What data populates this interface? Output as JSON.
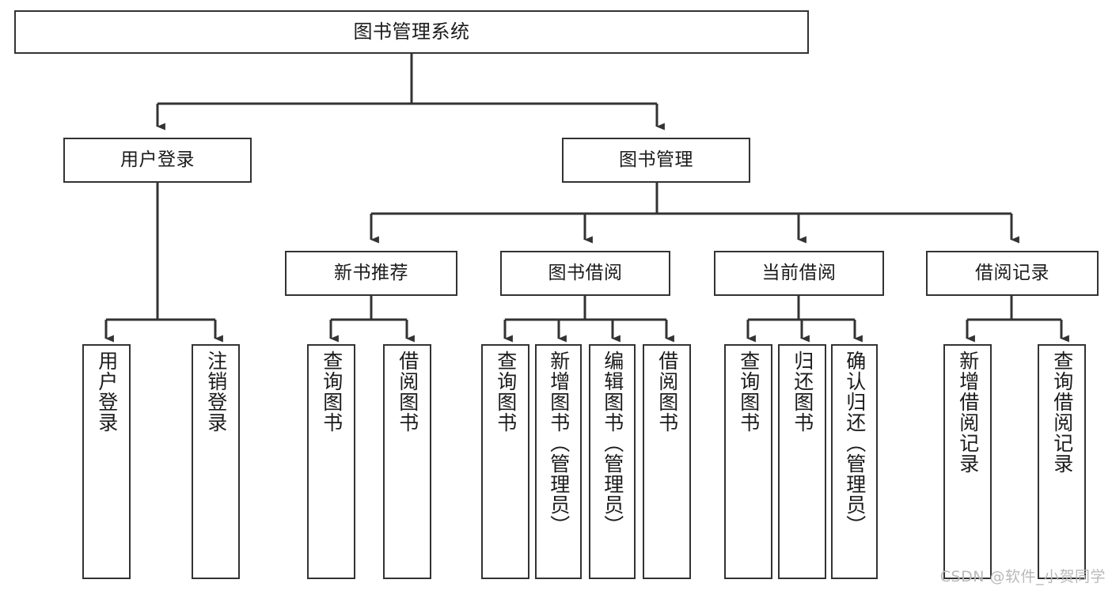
{
  "diagram": {
    "type": "tree-hierarchy-chart",
    "title": "图书管理系统",
    "line_color": "#333333",
    "box_fill": "#ffffff",
    "text_color": "#1b1b1b",
    "watermark": "CSDN @软件_小贺同学"
  },
  "nodes": {
    "root": {
      "label": "图书管理系统"
    },
    "level2": [
      {
        "label": "用户登录"
      },
      {
        "label": "图书管理"
      }
    ],
    "level3": [
      {
        "label": "新书推荐"
      },
      {
        "label": "图书借阅"
      },
      {
        "label": "当前借阅"
      },
      {
        "label": "借阅记录"
      }
    ],
    "leaves_user_login": [
      {
        "label": "用户登录"
      },
      {
        "label": "注销登录"
      }
    ],
    "leaves_new_book": [
      {
        "label": "查询图书"
      },
      {
        "label": "借阅图书"
      }
    ],
    "leaves_borrow": [
      {
        "label": "查询图书"
      },
      {
        "label": "新增图书（管理员）"
      },
      {
        "label": "编辑图书（管理员）"
      },
      {
        "label": "借阅图书"
      }
    ],
    "leaves_current": [
      {
        "label": "查询图书"
      },
      {
        "label": "归还图书"
      },
      {
        "label": "确认归还（管理员）"
      }
    ],
    "leaves_records": [
      {
        "label": "新增借阅记录"
      },
      {
        "label": "查询借阅记录"
      }
    ]
  }
}
